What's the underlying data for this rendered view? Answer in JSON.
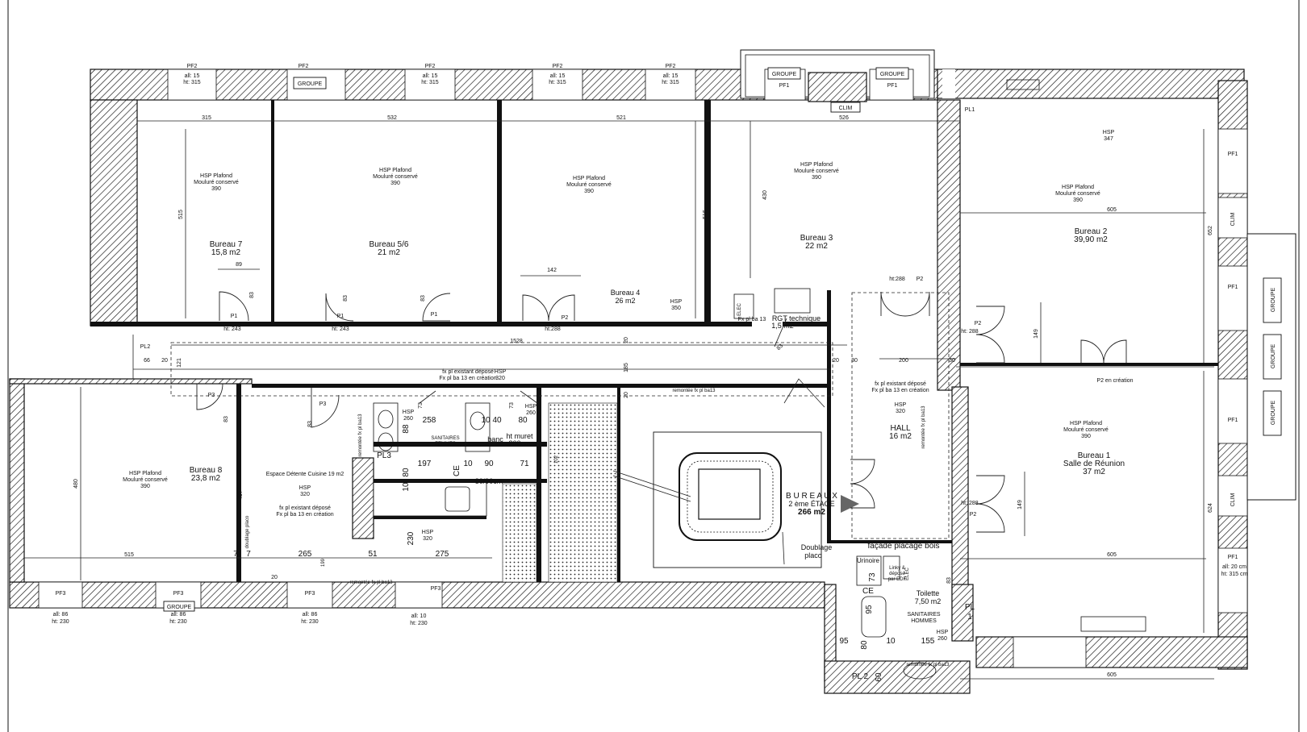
{
  "rooms": {
    "bureau7": {
      "name": "Bureau 7",
      "area": "15,8 m2",
      "hsp1": "HSP Plafond",
      "hsp2": "Mouluré conservé",
      "hsp3": "390"
    },
    "bureau56": {
      "name": "Bureau 5/6",
      "area": "21 m2",
      "hsp1": "HSP Plafond",
      "hsp2": "Mouluré conservé",
      "hsp3": "390"
    },
    "bureau4": {
      "name": "Bureau 4",
      "area": "26 m2",
      "hsp1": "HSP Plafond",
      "hsp2": "Mouluré conservé",
      "hsp3": "390",
      "hsp_b": "HSP",
      "hsp_b2": "350"
    },
    "bureau3": {
      "name": "Bureau 3",
      "area": "22 m2",
      "hsp1": "HSP Plafond",
      "hsp2": "Mouluré conservé",
      "hsp3": "390"
    },
    "bureau2": {
      "name": "Bureau 2",
      "area": "39,90 m2",
      "hsp_top1": "HSP",
      "hsp_top2": "347",
      "hsp1": "HSP Plafond",
      "hsp2": "Mouluré conservé",
      "hsp3": "390"
    },
    "bureau8": {
      "name": "Bureau 8",
      "area": "23,8 m2",
      "hsp1": "HSP Plafond",
      "hsp2": "Mouluré conservé",
      "hsp3": "390"
    },
    "cuisine": {
      "name": "Espace Détente Cuisine 19 m2",
      "hsp1": "HSP",
      "hsp2": "320",
      "fx1": "fx pl existant déposé",
      "fx2": "Fx pl ba  13 en création"
    },
    "bureau1": {
      "name": "Bureau 1",
      "sub": "Salle de Réunion",
      "area": "37 m2",
      "hsp1": "HSP Plafond",
      "hsp2": "Mouluré conservé",
      "hsp3": "390"
    },
    "hall": {
      "fx1": "fx pl existant déposé",
      "fx2": "Fx pl ba  13 en création",
      "hsp1": "HSP",
      "hsp2": "320",
      "name": "HALL",
      "area": "16 m2"
    },
    "corridor": {
      "fx1": "fx pl existant déposé",
      "fx2": "Fx pl ba  13 en création",
      "hsp1": "HSP",
      "hsp2": "320",
      "remontee": "remontée fx pl ba13"
    },
    "rgt": {
      "name": "RGT technique",
      "area": "1,5 m2",
      "fx": "Fx pl ba 13"
    },
    "toilette": {
      "name": "Toilette",
      "area": "7,50 m2",
      "san1": "SANITAIRES",
      "san2": "HOMMES",
      "hsp1": "HSP",
      "hsp2": "260"
    },
    "sanfemmes": {
      "san1": "SANITAIRES",
      "san2": "FEMMES",
      "hsp1": "HSP",
      "hsp2": "260"
    }
  },
  "summary": {
    "line1": "B U R E A U X",
    "line2": "2 ème ÉTAGE",
    "line3": "266 m2"
  },
  "windows_top": [
    {
      "pf": "PF2",
      "l1": "all: 15",
      "l2": "ht: 315"
    },
    {
      "pf": "PF2",
      "l1": "GROUPE",
      "l2": ""
    },
    {
      "pf": "PF2",
      "l1": "all: 15",
      "l2": "ht: 315"
    },
    {
      "pf": "PF2",
      "l1": "all: 15",
      "l2": "ht: 315"
    },
    {
      "pf": "PF2",
      "l1": "all: 15",
      "l2": "ht: 315"
    }
  ],
  "labels": {
    "groupe": "GROUPE",
    "clim": "CLIM",
    "pf1": "PF1",
    "pf2": "PF2",
    "pf3": "PF3",
    "pl1": "PL1",
    "pl2": "PL2",
    "pl3": "PL3",
    "p1": "P1",
    "p2": "P2",
    "p3": "P3",
    "ht243": "ht: 243",
    "ht288": "ht: 288",
    "ht288b": "ht:288",
    "elec": "ELEC",
    "doublage": "Doublage",
    "placo": "placo",
    "facade": "façade placage bois",
    "urinoire": "Urinoire",
    "ce": "CE",
    "banc": "banc",
    "muret1": "ht muret",
    "muret2": "200cm",
    "dim8090": "80/90cm",
    "pl_1a": "PL",
    "pl_1b": "1",
    "pl_2": "PL 2",
    "all86": "all: 86",
    "ht230": "ht: 230",
    "all10": "all: 10",
    "all20": "all: 20 cm",
    "ht315cm": "ht: 315 cm",
    "p2_creation": "P2 en création",
    "remontee_bottom": "remontée fx pl ba13",
    "remontee_v": "remontée fx pl ba13",
    "doublage_v": "doublage placo",
    "linky1": "Linky &",
    "linky2": "déposé",
    "linky3": "par EDF"
  },
  "dims": {
    "d315": "315",
    "d532": "532",
    "d521": "521",
    "d526": "526",
    "d605": "605",
    "d515": "515",
    "d430": "430",
    "d89": "89",
    "d83": "83",
    "d142": "142",
    "d1528": "1528",
    "d66": "66",
    "d20": "20",
    "d30": "30",
    "d200": "200",
    "d185": "185",
    "d121": "121",
    "d149": "149",
    "d652": "652",
    "d624": "624",
    "d480": "480",
    "d457": "457",
    "d265": "265",
    "d51": "51",
    "d275": "275",
    "d230": "230",
    "d7": "7",
    "d258": "258",
    "d88": "88",
    "d10": "10",
    "d40": "40",
    "d80": "80",
    "d197": "197",
    "d90": "90",
    "d71": "71",
    "d95": "95",
    "d155": "155",
    "d60": "60",
    "d73": "73",
    "d102": "102",
    "d199": "199"
  }
}
